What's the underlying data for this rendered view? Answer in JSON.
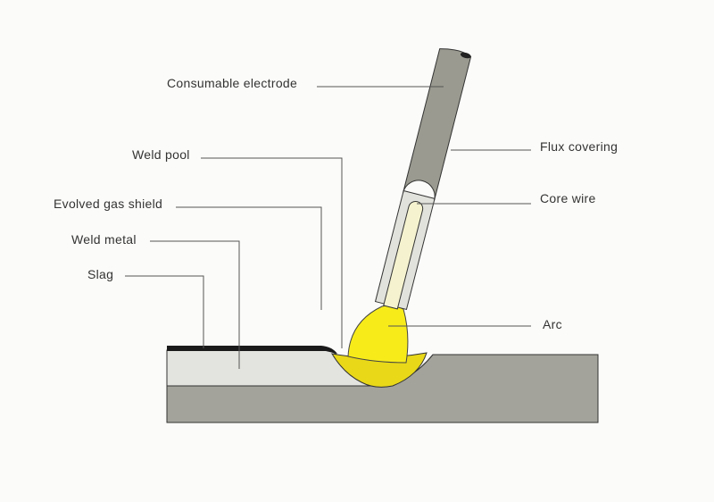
{
  "labels": {
    "consumable_electrode": "Consumable electrode",
    "flux_covering": "Flux covering",
    "core_wire": "Core wire",
    "arc": "Arc",
    "weld_pool": "Weld pool",
    "evolved_gas_shield": "Evolved gas shield",
    "weld_metal": "Weld metal",
    "slag": "Slag"
  },
  "colors": {
    "flux": "#9a9a90",
    "base_metal": "#a3a39b",
    "weld_metal": "#e3e3df",
    "slag": "#1a1a1a",
    "arc": "#f7ec1a",
    "pool": "#e8d818",
    "core": "#f5f3cf"
  }
}
